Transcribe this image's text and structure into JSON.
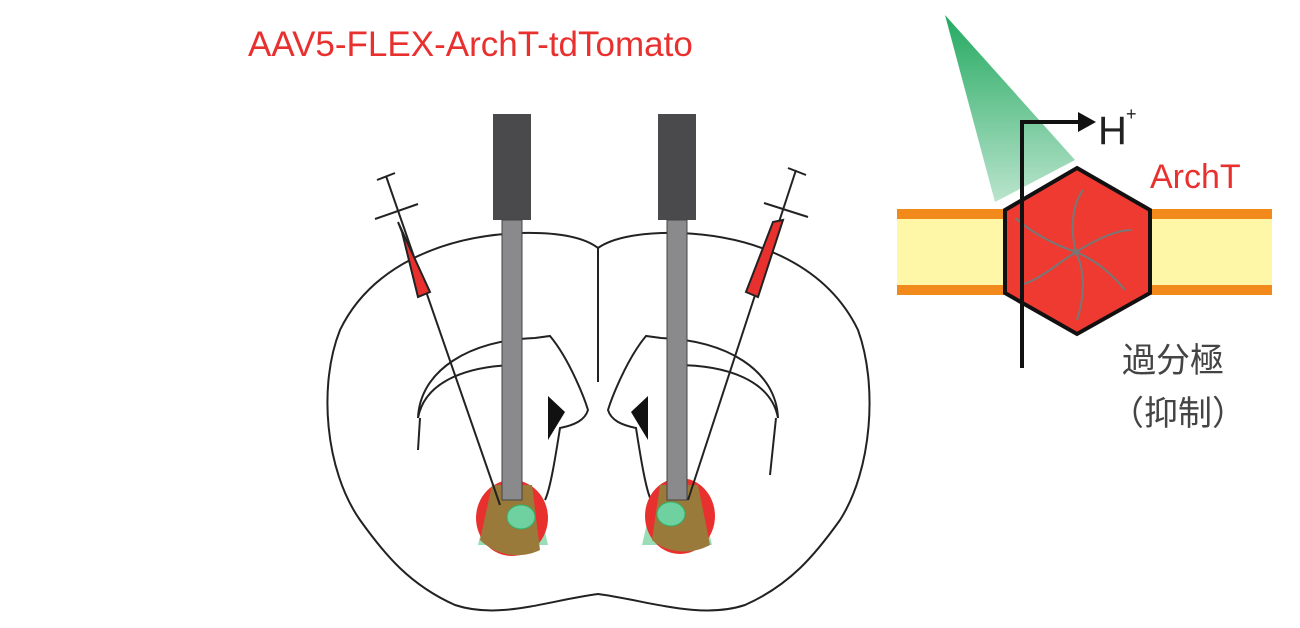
{
  "title": "AAV5-FLEX-ArchT-tdTomato",
  "ion": {
    "label": "H",
    "charge": "+"
  },
  "protein_label": "ArchT",
  "effect": {
    "line1": "過分極",
    "line2": "（抑制）"
  },
  "colors": {
    "accent_red": "#e8312f",
    "fiber_block": "#4a4a4d",
    "fiber_rod": "#8a8a8c",
    "membrane_edge": "#f18a1a",
    "membrane_fill": "#fff7a8",
    "light_green": "#2fb26a",
    "target_brown": "#9a7a3a"
  }
}
